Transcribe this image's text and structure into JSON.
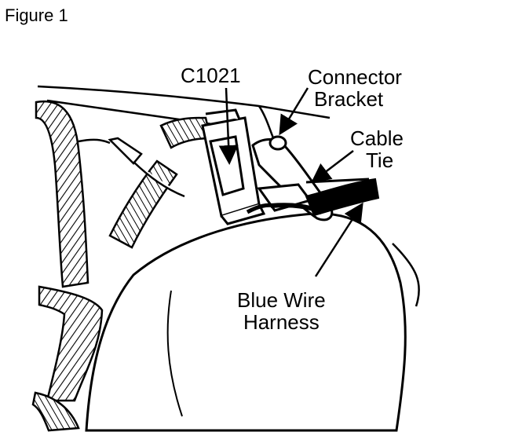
{
  "figure": {
    "title": "Figure 1",
    "labels": {
      "c1021": "C1021",
      "connector_bracket_line1": "Connector",
      "connector_bracket_line2": "Bracket",
      "cable_tie_line1": "Cable",
      "cable_tie_line2": "Tie",
      "blue_wire_line1": "Blue Wire",
      "blue_wire_line2": "Harness"
    },
    "colors": {
      "ink": "#000000",
      "paper": "#ffffff"
    }
  }
}
